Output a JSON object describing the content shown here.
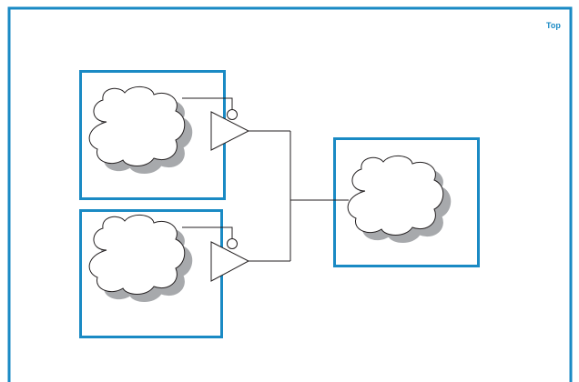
{
  "top_block": {
    "label": "Top",
    "border_color": "#1a8ac4",
    "label_color": "#1a8ac4"
  },
  "colors": {
    "block_border": "#1a8ac4",
    "wire": "#231f20",
    "cloud_fill": "#ffffff",
    "cloud_shadow": "#a7a9ac"
  },
  "sub_blocks": [
    {
      "name": "upper-block",
      "contains": [
        "cloud-icon",
        "tristate-buffer-icon",
        "inverted-enable-bubble"
      ]
    },
    {
      "name": "lower-block",
      "contains": [
        "cloud-icon",
        "tristate-buffer-icon",
        "inverted-enable-bubble"
      ]
    },
    {
      "name": "right-block",
      "contains": [
        "cloud-icon"
      ]
    }
  ]
}
